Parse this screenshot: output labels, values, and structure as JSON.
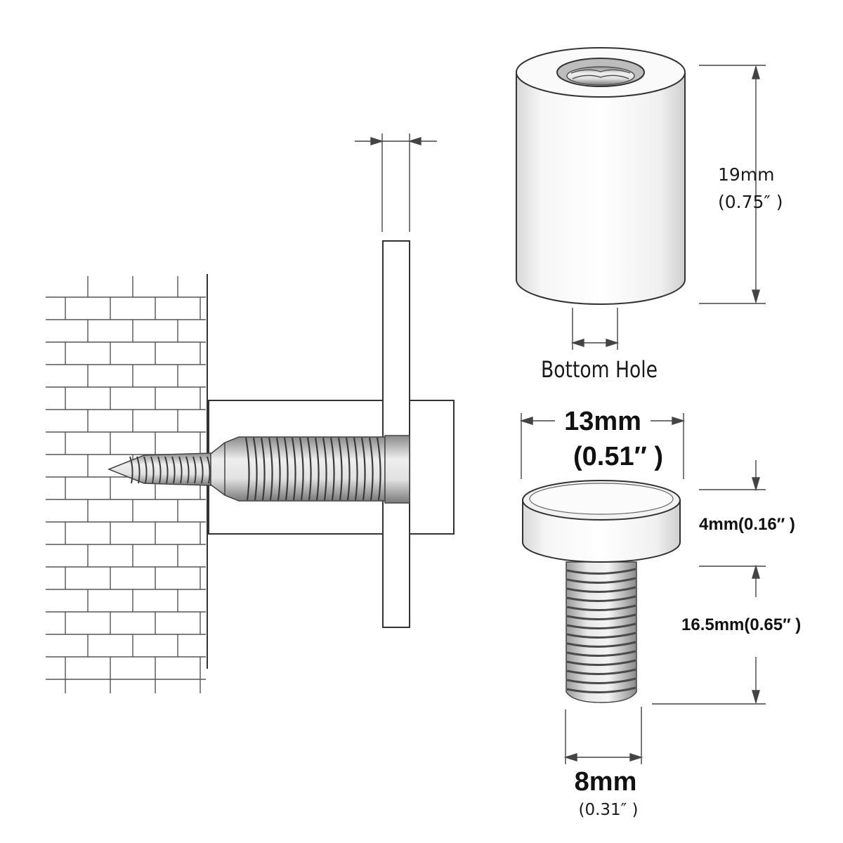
{
  "labels": {
    "height_mm": "19mm",
    "height_in": "(0.75″ )",
    "bottom_hole": "Bottom Hole",
    "cap_diameter_mm": "13mm",
    "cap_diameter_in": "(0.51″ )",
    "cap_thickness": "4mm(0.16″ )",
    "screw_length": "16.5mm(0.65″ )",
    "screw_diameter_mm": "8mm",
    "screw_diameter_in": "(0.31″ )"
  },
  "colors": {
    "line": "#333333",
    "thread_dark": "#6a6a6a",
    "brick_line": "#555555",
    "background": "#ffffff"
  }
}
